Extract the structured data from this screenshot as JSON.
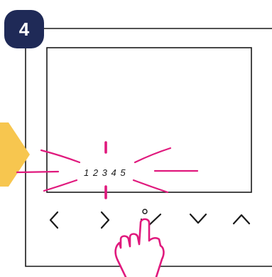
{
  "step": {
    "number": "4"
  },
  "display": {
    "digits": "1 2 3 4 5"
  },
  "buttons": [
    {
      "name": "left-arrow-button",
      "icon": "chevron-left-icon"
    },
    {
      "name": "right-arrow-button",
      "icon": "chevron-right-icon"
    },
    {
      "name": "confirm-button",
      "icon": "checkmark-icon"
    },
    {
      "name": "down-arrow-button",
      "icon": "chevron-down-icon"
    },
    {
      "name": "up-arrow-button",
      "icon": "chevron-up-icon"
    }
  ],
  "colors": {
    "badge": "#1f2a57",
    "highlight": "#e0197d",
    "arrow": "#f7c64f",
    "outline": "#1a1a1a"
  }
}
